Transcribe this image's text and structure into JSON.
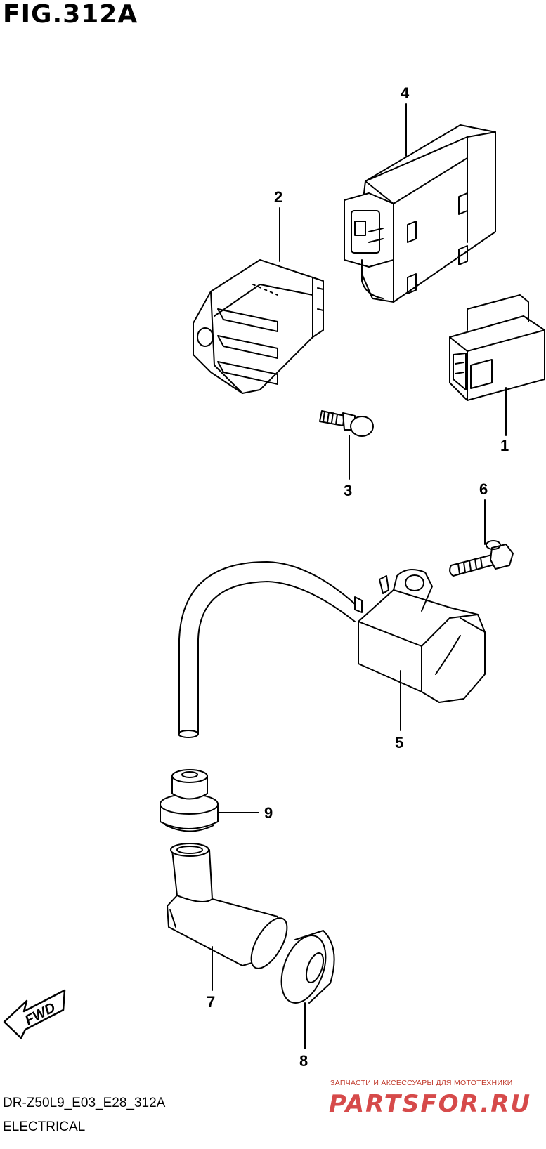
{
  "figure": {
    "title": "FIG.312A"
  },
  "callouts": [
    "1",
    "2",
    "3",
    "4",
    "5",
    "6",
    "7",
    "8",
    "9"
  ],
  "fwd_arrow": {
    "label": "FWD"
  },
  "footer": {
    "model_code": "DR-Z50L9_E03_E28_312A",
    "section": "ELECTRICAL"
  },
  "watermark": {
    "tagline": "ЗАПЧАСТИ И АКСЕССУАРЫ ДЛЯ МОТОТЕХНИКИ",
    "brand": "PARTSFOR.RU",
    "color": "#d64a4a"
  }
}
